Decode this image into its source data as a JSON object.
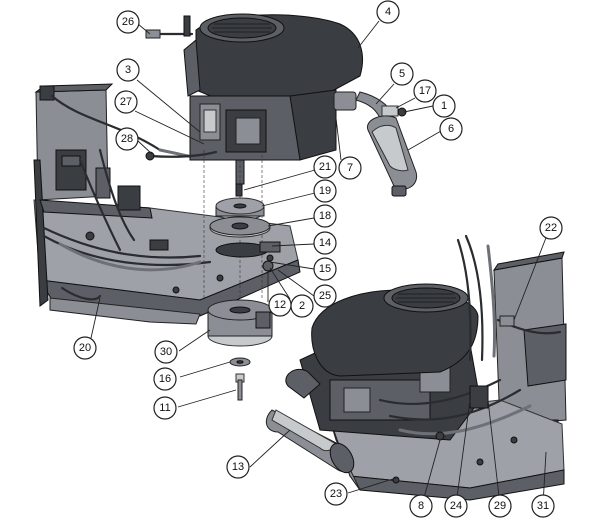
{
  "diagram": {
    "callouts": [
      {
        "id": "c26",
        "label": "26"
      },
      {
        "id": "c4",
        "label": "4"
      },
      {
        "id": "c3",
        "label": "3"
      },
      {
        "id": "c5",
        "label": "5"
      },
      {
        "id": "c17",
        "label": "17"
      },
      {
        "id": "c27",
        "label": "27"
      },
      {
        "id": "c1",
        "label": "1"
      },
      {
        "id": "c6",
        "label": "6"
      },
      {
        "id": "c28",
        "label": "28"
      },
      {
        "id": "c7",
        "label": "7"
      },
      {
        "id": "c21",
        "label": "21"
      },
      {
        "id": "c19",
        "label": "19"
      },
      {
        "id": "c18",
        "label": "18"
      },
      {
        "id": "c14",
        "label": "14"
      },
      {
        "id": "c15",
        "label": "15"
      },
      {
        "id": "c25",
        "label": "25"
      },
      {
        "id": "c2",
        "label": "2"
      },
      {
        "id": "c12",
        "label": "12"
      },
      {
        "id": "c20",
        "label": "20"
      },
      {
        "id": "c30",
        "label": "30"
      },
      {
        "id": "c16",
        "label": "16"
      },
      {
        "id": "c11",
        "label": "11"
      },
      {
        "id": "c22",
        "label": "22"
      },
      {
        "id": "c13",
        "label": "13"
      },
      {
        "id": "c23",
        "label": "23"
      },
      {
        "id": "c8",
        "label": "8"
      },
      {
        "id": "c24",
        "label": "24"
      },
      {
        "id": "c29",
        "label": "29"
      },
      {
        "id": "c31",
        "label": "31"
      }
    ]
  }
}
